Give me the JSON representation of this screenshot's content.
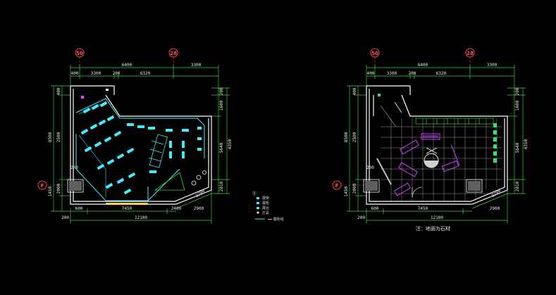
{
  "colors": {
    "background": "#000000",
    "dim": "#3ad43a",
    "wall": "#ffffff",
    "axis": "#ff4040",
    "fixture": "#3cf0ff",
    "floor": "#ffffff",
    "furniture": "#d040ff"
  },
  "left_plan": {
    "axes": {
      "a1": "50",
      "a2": "28",
      "side": "F"
    },
    "top_dims": {
      "total": "6400",
      "right": "3300",
      "d1": "400",
      "d2": "3300",
      "d3": "200",
      "d4": "6320"
    },
    "left_dims": {
      "d1": "400",
      "d2": "8500",
      "d3": "2500",
      "d4": "1450",
      "d5": "2000"
    },
    "right_dims": {
      "d1": "200",
      "d2": "1600",
      "d3": "5640",
      "d4": "4350",
      "d5": "2010",
      "d6": "2200"
    },
    "bottom_dims": {
      "d1": "600",
      "d2": "7450",
      "d3": "2400",
      "d4": "2900",
      "total": "12100",
      "edge": "200"
    },
    "inner_dim": "200"
  },
  "legend": {
    "title": "注：",
    "items": [
      "展架",
      "展柜",
      "展台",
      "灯具"
    ],
    "line": "━━ 展柜线"
  },
  "right_plan": {
    "axes": {
      "a1": "50",
      "a2": "28",
      "side": "F"
    },
    "top_dims": {
      "total": "6400",
      "right": "3300",
      "d1": "400",
      "d2": "3300",
      "d3": "200",
      "d4": "6320"
    },
    "left_dims": {
      "d1": "400",
      "d2": "8500",
      "d3": "2500",
      "d4": "1450",
      "d5": "2000"
    },
    "right_dims": {
      "d1": "200",
      "d2": "1600",
      "d3": "5640",
      "d4": "4350",
      "d5": "2010",
      "d6": "2200"
    },
    "bottom_dims": {
      "d1": "600",
      "d2": "7450",
      "d3": "2900",
      "total": "12100",
      "edge": "200"
    },
    "inner_dim": "200",
    "note": "注：地面为石材"
  }
}
